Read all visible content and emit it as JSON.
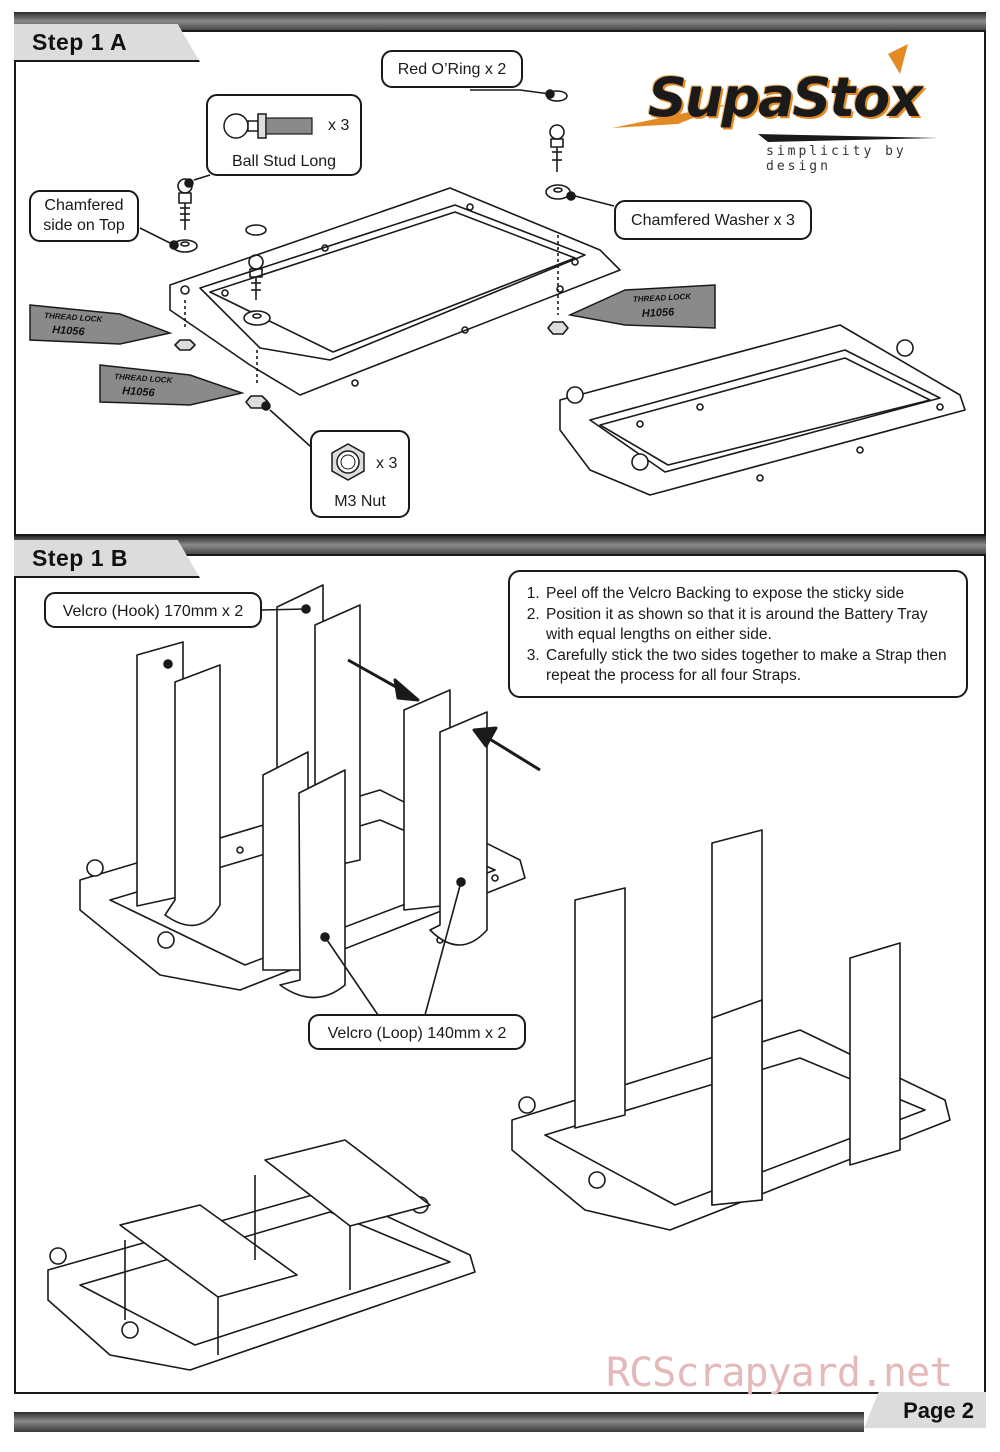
{
  "step_a": {
    "title": "Step 1 A",
    "callouts": {
      "red_oring": "Red O’Ring x 2",
      "ball_stud_qty": "x 3",
      "ball_stud_label": "Ball Stud Long",
      "chamfered_line1": "Chamfered",
      "chamfered_line2": "side on Top",
      "chamfered_washer": "Chamfered Washer x 3",
      "m3_qty": "x 3",
      "m3_label": "M3 Nut"
    },
    "thread_lock": {
      "line1": "THREAD LOCK",
      "line2": "H1056"
    }
  },
  "logo": {
    "brand": "SupaStox",
    "tagline": "simplicity by design"
  },
  "step_b": {
    "title": "Step 1 B",
    "velcro_hook": "Velcro (Hook) 170mm x 2",
    "velcro_loop": "Velcro (Loop) 140mm  x 2",
    "instructions": [
      "Peel off the Velcro Backing to expose the sticky side",
      "Position it as shown so that it is around the Battery Tray with equal lengths on either side.",
      "Carefully stick the two sides together to make a Strap then repeat the process for all four Straps."
    ]
  },
  "footer": {
    "page": "Page 2",
    "watermark": "RCScrapyard.net"
  },
  "colors": {
    "frame": "#1a1a1a",
    "tab": "#dcdcdc",
    "logo_accent": "#e48a25",
    "watermark": "#e4b9b9"
  }
}
